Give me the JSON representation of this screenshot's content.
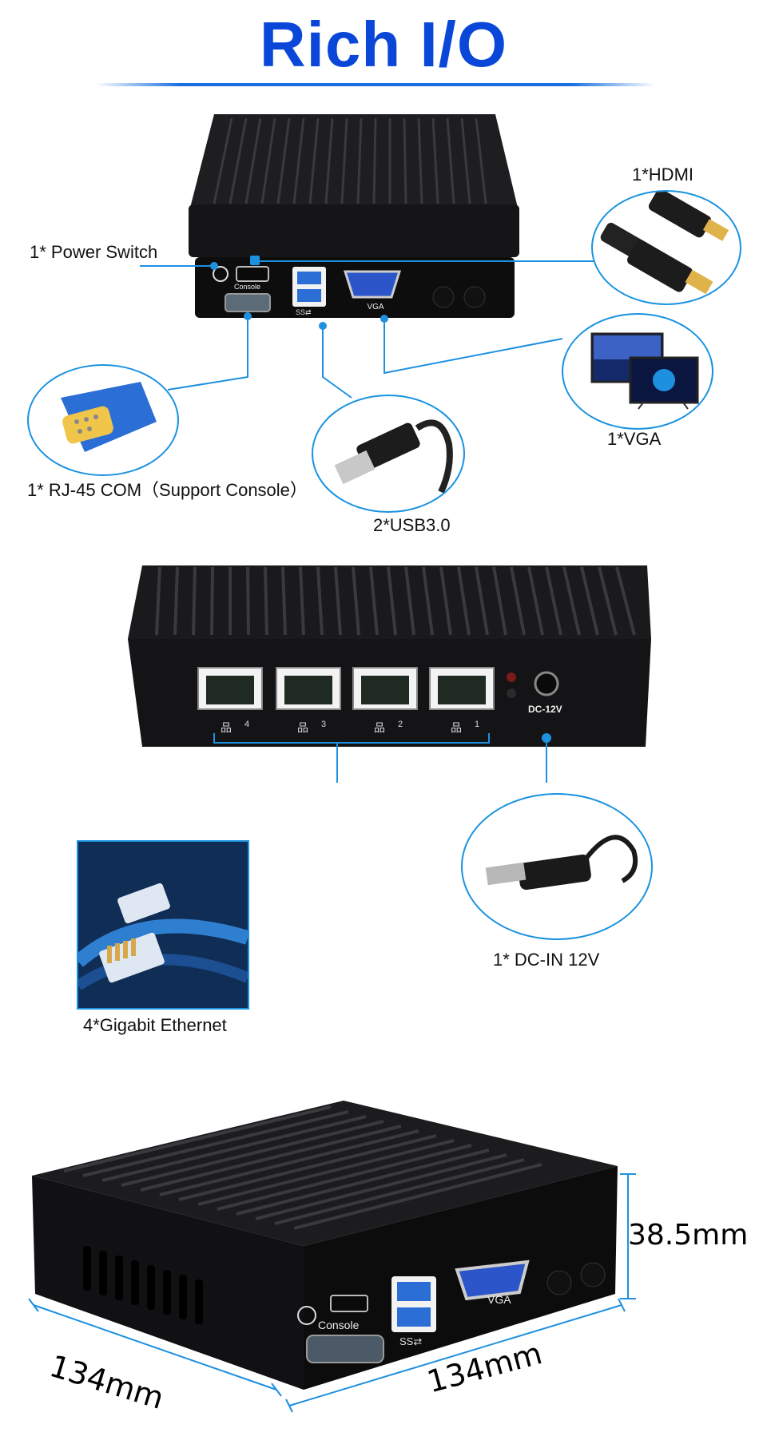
{
  "header": {
    "title": "Rich I/O"
  },
  "top_panel": {
    "console_label": "Console",
    "vga_port_label": "VGA",
    "usb_port_label": "SS⇄",
    "callouts": {
      "power_switch": "1* Power Switch",
      "hdmi": "1*HDMI",
      "vga": "1*VGA",
      "com": "1* RJ-45 COM（Support Console）",
      "usb": "2*USB3.0"
    }
  },
  "middle_panel": {
    "dc_label": "DC-12V",
    "lan_ports": [
      "4",
      "3",
      "2",
      "1"
    ],
    "callouts": {
      "ethernet": "4*Gigabit Ethernet",
      "dc_in": "1* DC-IN 12V"
    }
  },
  "bottom_panel": {
    "console_label": "Console",
    "vga_port_label": "VGA",
    "usb_port_label": "SS⇄",
    "dimensions": {
      "height": "38.5mm",
      "depth": "134mm",
      "width": "134mm"
    }
  },
  "colors": {
    "accent": "#1a6fe0",
    "title": "#0a47d9",
    "line": "#1e90e0",
    "device": "#1d1d1f"
  }
}
